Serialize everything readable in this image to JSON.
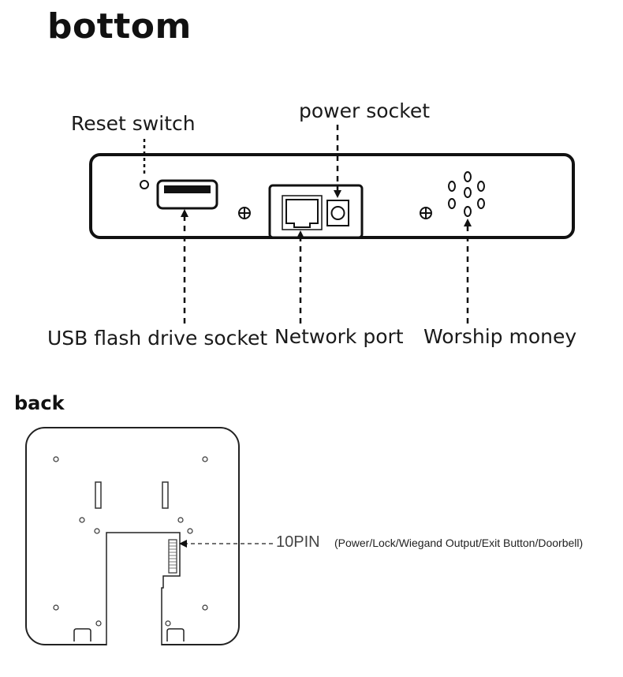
{
  "sections": {
    "bottom_title": "bottom",
    "back_title": "back"
  },
  "bottom_labels": {
    "reset_switch": "Reset switch",
    "power_socket": "power socket",
    "usb_socket": "USB flash drive socket",
    "network_port": "Network port",
    "worship_money": "Worship money"
  },
  "back_labels": {
    "pin": "10PIN",
    "pin_description": "(Power/Lock/Wiegand Output/Exit Button/Doorbell)"
  }
}
